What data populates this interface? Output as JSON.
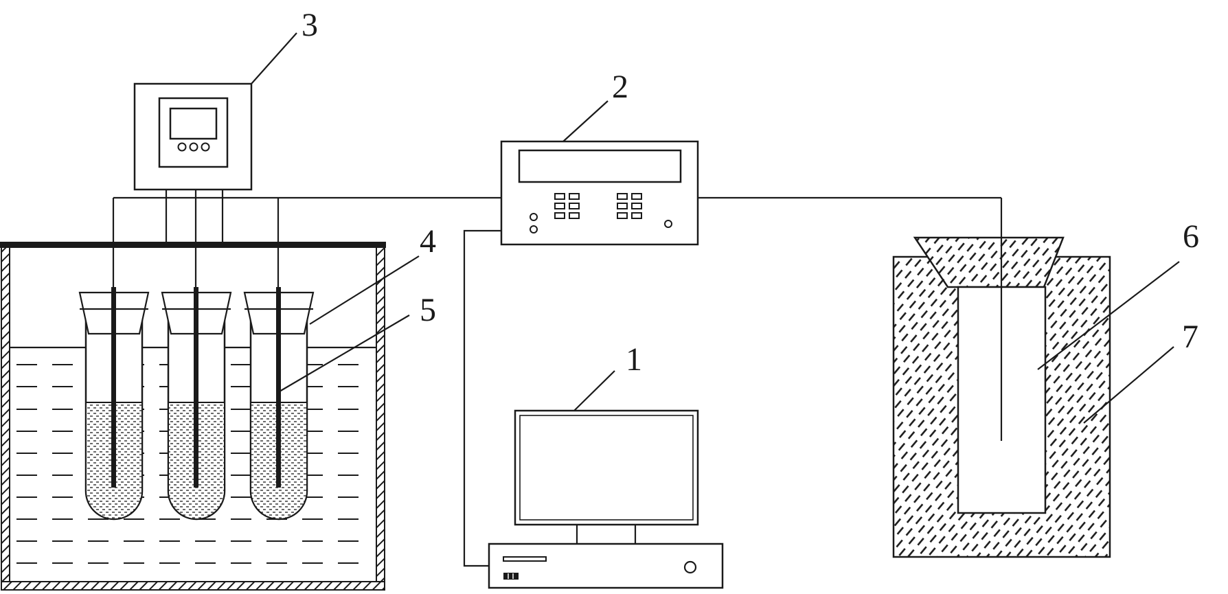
{
  "diagram": {
    "labels": {
      "computer": "1",
      "controller": "2",
      "meter": "3",
      "tube": "4",
      "electrode": "5",
      "cavity": "6",
      "insulation": "7"
    },
    "colors": {
      "ink": "#1a1a1a",
      "paper": "#ffffff"
    }
  }
}
